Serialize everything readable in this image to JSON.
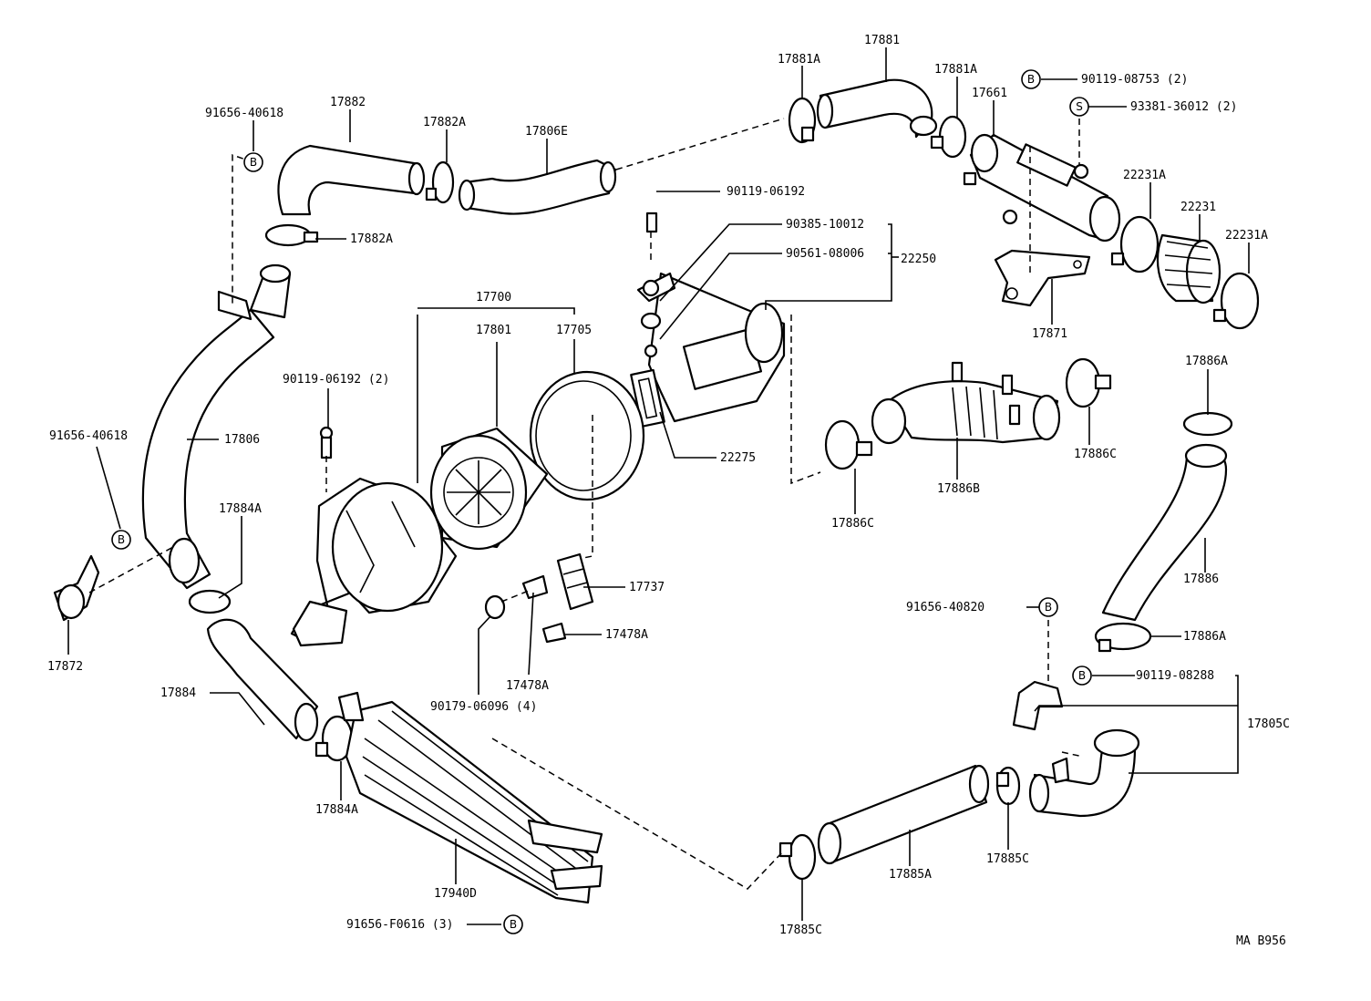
{
  "diagram_id": "MA B956",
  "badges": {
    "b": "B",
    "s": "S"
  },
  "labels": {
    "p17881A_top": "17881A",
    "p17881": "17881",
    "p17881A_right": "17881A",
    "p90119_08753": "90119-08753 (2)",
    "p17661": "17661",
    "p93381_36012": "93381-36012 (2)",
    "p91656_40618_top": "91656-40618",
    "p17882": "17882",
    "p17882A_top": "17882A",
    "p17806E": "17806E",
    "p22231A_left": "22231A",
    "p22231": "22231",
    "p22231A_right": "22231A",
    "p90119_06192_top": "90119-06192",
    "p17882A_bottom": "17882A",
    "p90385_10012": "90385-10012",
    "p90561_08006": "90561-08006",
    "p22250": "22250",
    "p17700": "17700",
    "p17801": "17801",
    "p17705": "17705",
    "p17871": "17871",
    "p17886A_top": "17886A",
    "p90119_06192_2": "90119-06192 (2)",
    "p91656_40618_left": "91656-40618",
    "p17806": "17806",
    "p22275": "22275",
    "p17886C_right": "17886C",
    "p17886B": "17886B",
    "p17886C_left": "17886C",
    "p17884A_top": "17884A",
    "p17737": "17737",
    "p17886": "17886",
    "p91656_40820": "91656-40820",
    "p17478A_right": "17478A",
    "p17886A_bottom": "17886A",
    "p17872": "17872",
    "p17478A_bottom": "17478A",
    "p90119_08288": "90119-08288",
    "p17884": "17884",
    "p90179_06096": "90179-06096 (4)",
    "p17805C": "17805C",
    "p17884A_bottom": "17884A",
    "p17885A": "17885A",
    "p17885C_right": "17885C",
    "p17940D": "17940D",
    "p91656_F0616": "91656-F0616 (3)",
    "p17885C_bottom": "17885C"
  }
}
